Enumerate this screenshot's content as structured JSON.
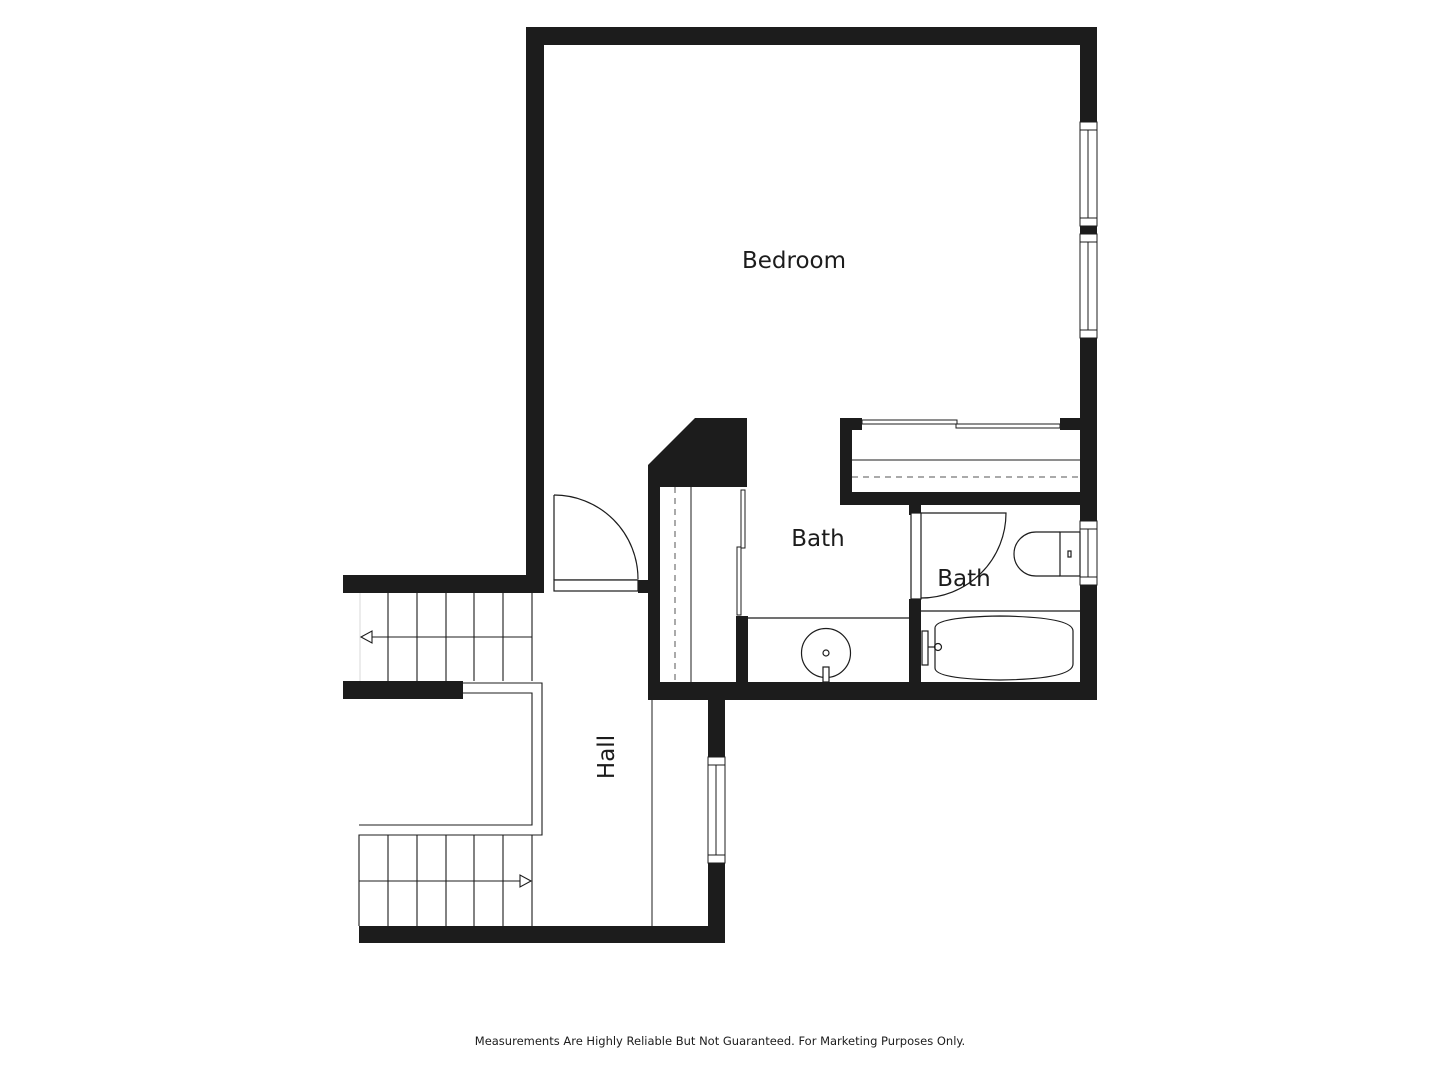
{
  "plan": {
    "wall_color": "#1c1c1c",
    "background": "#ffffff",
    "rooms": [
      {
        "id": "bedroom",
        "label": "Bedroom"
      },
      {
        "id": "bath1",
        "label": "Bath"
      },
      {
        "id": "bath2",
        "label": "Bath"
      },
      {
        "id": "hall",
        "label": "Hall"
      }
    ],
    "stairs": [
      {
        "id": "stairs-upper",
        "direction": "left",
        "treads": 6
      },
      {
        "id": "stairs-lower",
        "direction": "right",
        "treads": 6
      }
    ]
  },
  "footer": {
    "disclaimer": "Measurements Are Highly Reliable But Not Guaranteed. For Marketing Purposes Only."
  }
}
